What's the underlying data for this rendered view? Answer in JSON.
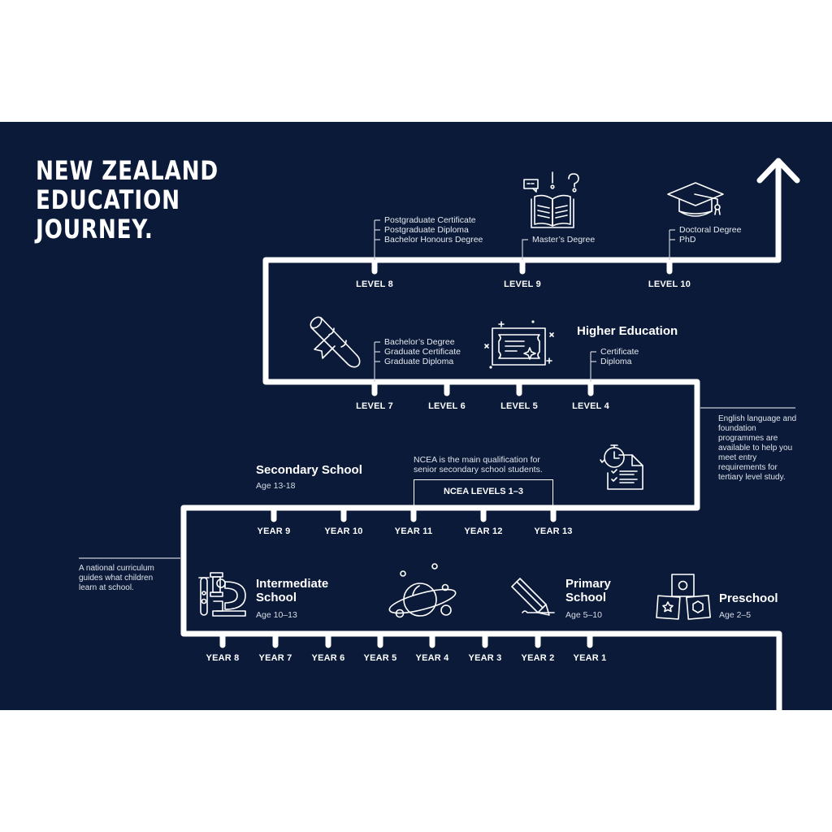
{
  "title": {
    "line1": "NEW ZEALAND",
    "line2": "EDUCATION",
    "line3": "JOURNEY."
  },
  "colors": {
    "background": "#0a1a38",
    "path": "#ffffff",
    "page": "#ffffff"
  },
  "higher_education": {
    "heading": "Higher Education",
    "levels": [
      {
        "label": "LEVEL 10",
        "qualifications": [
          "Doctoral Degree",
          "PhD"
        ],
        "icon": "graduation-cap-icon"
      },
      {
        "label": "LEVEL 9",
        "qualifications": [
          "Master’s Degree"
        ],
        "icon": "open-book-icon"
      },
      {
        "label": "LEVEL 8",
        "qualifications": [
          "Postgraduate Certificate",
          "Postgraduate Diploma",
          "Bachelor Honours Degree"
        ]
      },
      {
        "label": "LEVEL 7",
        "qualifications": [
          "Bachelor’s Degree",
          "Graduate Certificate",
          "Graduate Diploma"
        ],
        "icon": "diploma-scroll-icon"
      },
      {
        "label": "LEVEL 6",
        "qualifications": []
      },
      {
        "label": "LEVEL 5",
        "qualifications": [],
        "icon": "certificate-icon"
      },
      {
        "label": "LEVEL 4",
        "qualifications": [
          "Certificate",
          "Diploma"
        ]
      }
    ]
  },
  "foundation_note": "English language and foundation programmes are available to help you meet entry requirements for tertiary level study.",
  "secondary_school": {
    "heading": "Secondary School",
    "age": "Age 13-18",
    "ncea_note": "NCEA is the main qualification for senior secondary school students.",
    "ncea_box": "NCEA LEVELS 1–3",
    "years": [
      "YEAR 9",
      "YEAR 10",
      "YEAR 11",
      "YEAR 12",
      "YEAR 13"
    ],
    "icon": "checklist-timer-icon"
  },
  "curriculum_note": "A national curriculum guides what children learn at school.",
  "intermediate_school": {
    "heading_line1": "Intermediate",
    "heading_line2": "School",
    "age": "Age 10–13",
    "icon": "microscope-icon"
  },
  "primary_school": {
    "heading_line1": "Primary",
    "heading_line2": "School",
    "age": "Age 5–10",
    "icon": "pencil-icon"
  },
  "planet_icon": "planet-icon",
  "preschool": {
    "heading": "Preschool",
    "age": "Age 2–5",
    "icon": "blocks-icon"
  },
  "bottom_years": [
    "YEAR 8",
    "YEAR 7",
    "YEAR 6",
    "YEAR 5",
    "YEAR 4",
    "YEAR 3",
    "YEAR 2",
    "YEAR 1"
  ]
}
